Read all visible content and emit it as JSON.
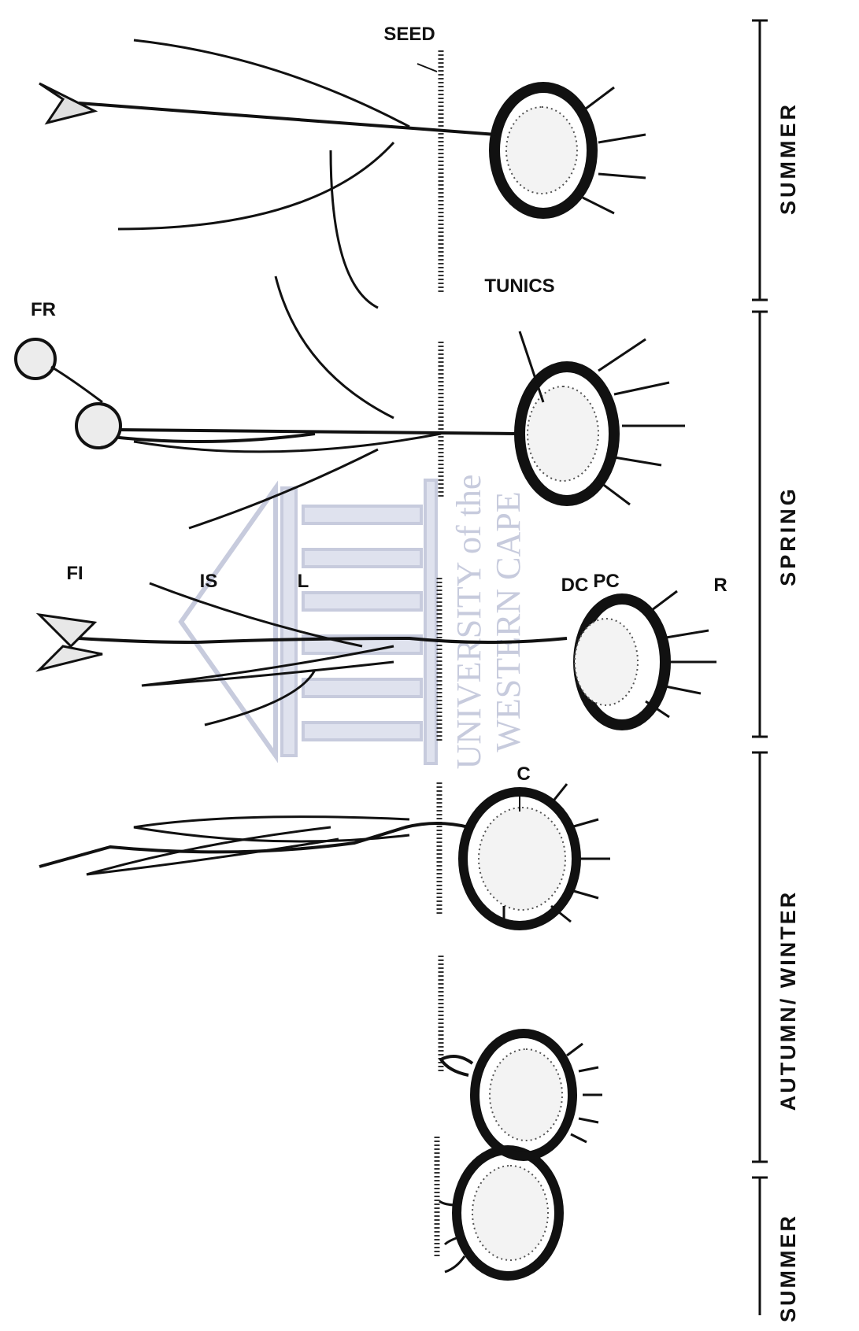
{
  "colors": {
    "ink": "#111111",
    "paper": "#ffffff",
    "watermark": "#c7cbdd",
    "soil": "#333333"
  },
  "watermark": {
    "line1": "UNIVERSITY of the",
    "line2": "WESTERN CAPE"
  },
  "seasons": [
    {
      "id": "summer-1",
      "label": "SUMMER"
    },
    {
      "id": "autumn-winter",
      "label": "AUTUMN/ WINTER"
    },
    {
      "id": "spring",
      "label": "SPRING"
    },
    {
      "id": "summer-2",
      "label": "SUMMER"
    }
  ],
  "labels": {
    "seed": "SEED",
    "fr": "FR",
    "tunics": "TUNICS",
    "fi": "FI",
    "is": "IS",
    "l": "L",
    "dc": "DC",
    "pc": "PC",
    "r": "R",
    "c": "C"
  }
}
